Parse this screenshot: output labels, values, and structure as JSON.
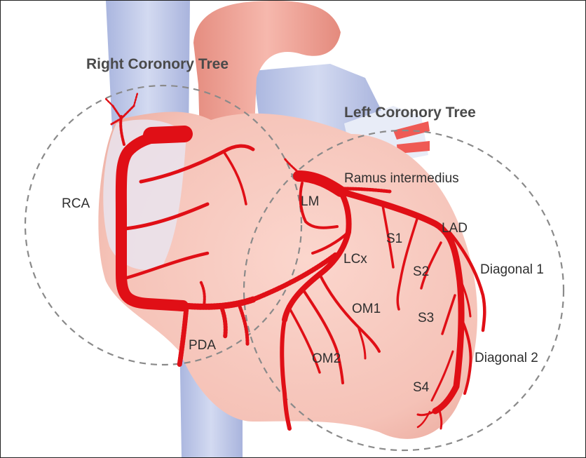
{
  "titles": {
    "right_tree": "Right Coronory Tree",
    "left_tree": "Left Coronory Tree"
  },
  "labels": {
    "rca": "RCA",
    "pda": "PDA",
    "lm": "LM",
    "ramus": "Ramus intermedius",
    "lad": "LAD",
    "lcx": "LCx",
    "s1": "S1",
    "s2": "S2",
    "s3": "S3",
    "s4": "S4",
    "om1": "OM1",
    "om2": "OM2",
    "diagonal1": "Diagonal 1",
    "diagonal2": "Diagonal 2"
  },
  "colors": {
    "artery": "#e00f16",
    "heart": "#f7c9bf",
    "aorta": "#ef9a8c",
    "vein": "#bcc6e6",
    "dashed_circle": "#8a8a8a"
  }
}
